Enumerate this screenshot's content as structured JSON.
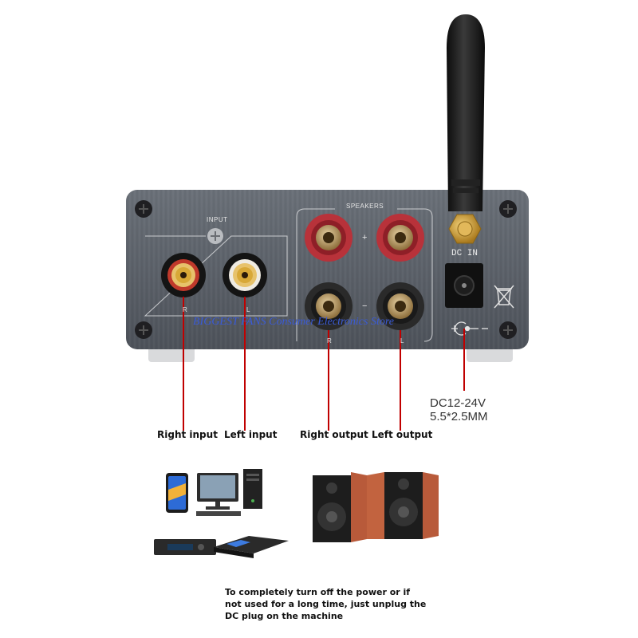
{
  "panel": {
    "input_label": "INPUT",
    "speakers_label": "SPEAKERS",
    "dc_in_label": "DC IN",
    "input_r": "R",
    "input_l": "L",
    "speaker_r": "R",
    "speaker_l": "L",
    "plus": "+",
    "minus": "−",
    "polarity": "+ ⊖ −"
  },
  "watermark": "BIGGEST FANS Consumer Electronics Store",
  "callouts": {
    "right_input": "Right input",
    "left_input": "Left input",
    "right_output": "Right output",
    "left_output": "Left output"
  },
  "power_spec": {
    "line1": "DC12-24V",
    "line2": "5.5*2.5MM"
  },
  "note": {
    "line1": "To completely turn off the power or if",
    "line2": "not used for a long time, just unplug the",
    "line3": "DC plug on the machine"
  },
  "colors": {
    "panel": "#5b6169",
    "rca_right": "#c0392b",
    "rca_left": "#e8e4dc",
    "binding_red": "#b8323a",
    "binding_black": "#2a2a2a",
    "antenna": "#1c1c1c",
    "watermark": "#3a5bd8"
  }
}
